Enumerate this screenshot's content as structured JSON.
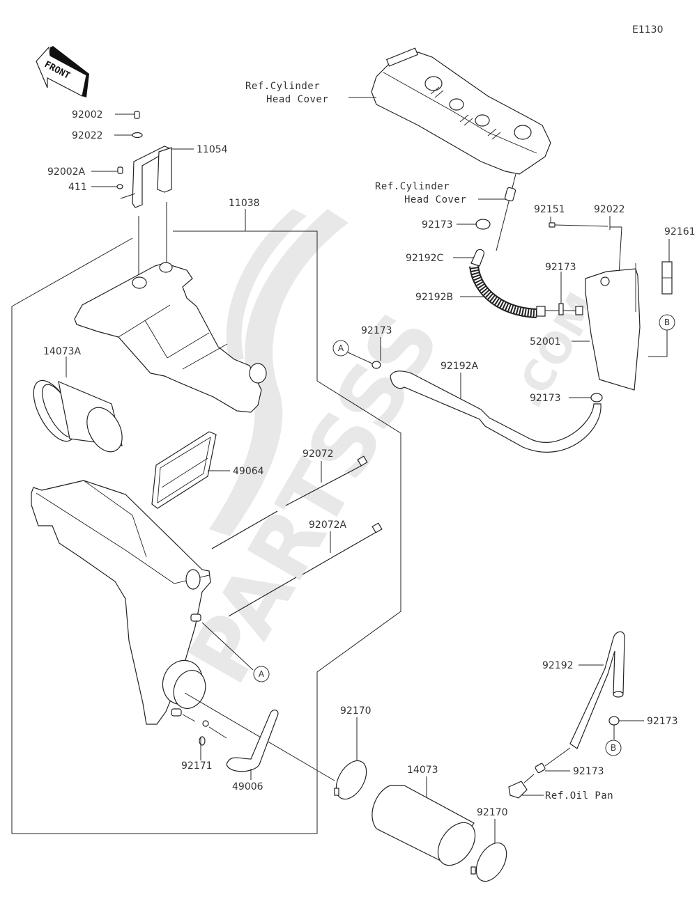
{
  "diagram": {
    "code": "E1130",
    "front_label": "FRONT",
    "watermark": {
      "text_main": "PARTSSS",
      "text_suffix": ".COM"
    },
    "labels": {
      "p92002": "92002",
      "p92022_top": "92022",
      "p11054": "11054",
      "p92002A": "92002A",
      "p411": "411",
      "p11038": "11038",
      "p14073A": "14073A",
      "p49064": "49064",
      "p92072": "92072",
      "p92072A": "92072A",
      "p92171": "92171",
      "p49006": "49006",
      "p92170_left": "92170",
      "p14073": "14073",
      "p92170_right": "92170",
      "ref_chc_1_line1": "Ref.Cylinder",
      "ref_chc_1_line2": "Head Cover",
      "ref_chc_2_line1": "Ref.Cylinder",
      "ref_chc_2_line2": "Head Cover",
      "p92173_a": "92173",
      "p92192C": "92192C",
      "p92192B": "92192B",
      "p92173_b": "92173",
      "p92151": "92151",
      "p92022_right": "92022",
      "p92161": "92161",
      "p52001": "52001",
      "p92173_c": "92173",
      "p92173_d": "92173",
      "p92192A": "92192A",
      "p92192": "92192",
      "p92173_e": "92173",
      "p92173_f": "92173",
      "ref_oil_pan": "Ref.Oil Pan"
    },
    "markers": {
      "A_top": "A",
      "A_bottom": "A",
      "B_right": "B",
      "B_bottom": "B"
    }
  }
}
